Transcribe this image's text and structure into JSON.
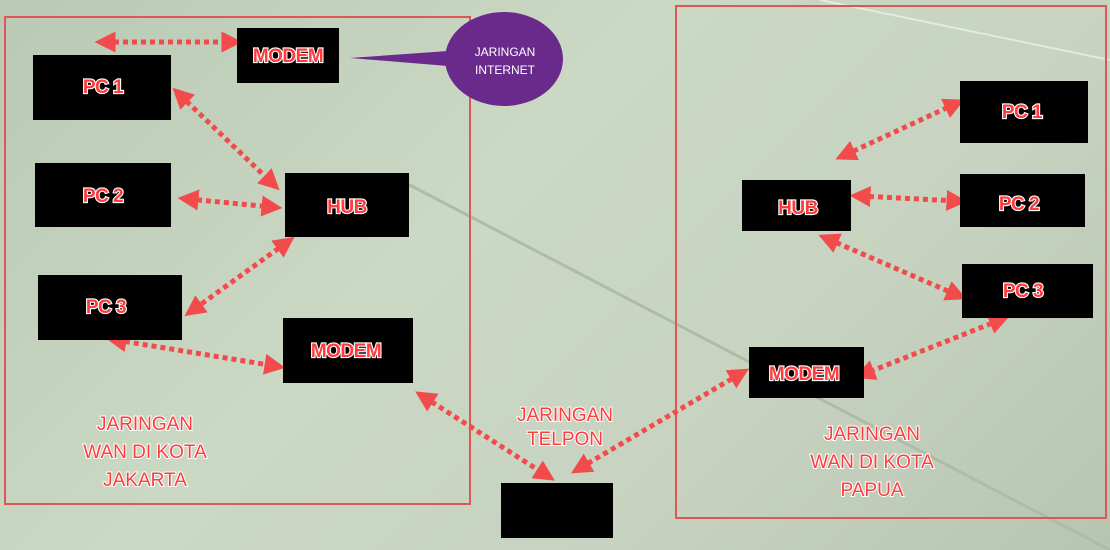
{
  "colors": {
    "frame": "#e05555",
    "arrow": "#f24b4b",
    "node_fill": "#000000",
    "node_text": "#ff3b3b",
    "bubble": "#6a2a8c"
  },
  "left_network": {
    "modem_top": "MODEM",
    "pc1": "PC 1",
    "pc2": "PC 2",
    "pc3": "PC 3",
    "hub": "HUB",
    "modem_bottom": "MODEM",
    "label_lines": [
      "JARINGAN",
      "WAN DI KOTA",
      "JAKARTA"
    ]
  },
  "internet_bubble": {
    "lines": [
      "JARINGAN",
      "INTERNET"
    ]
  },
  "phone_network": {
    "label_lines": [
      "JARINGAN",
      "TELPON"
    ]
  },
  "right_network": {
    "pc1": "PC 1",
    "pc2": "PC 2",
    "pc3": "PC 3",
    "hub": "HUB",
    "modem": "MODEM",
    "label_lines": [
      "JARINGAN",
      "WAN DI KOTA",
      "PAPUA"
    ]
  }
}
